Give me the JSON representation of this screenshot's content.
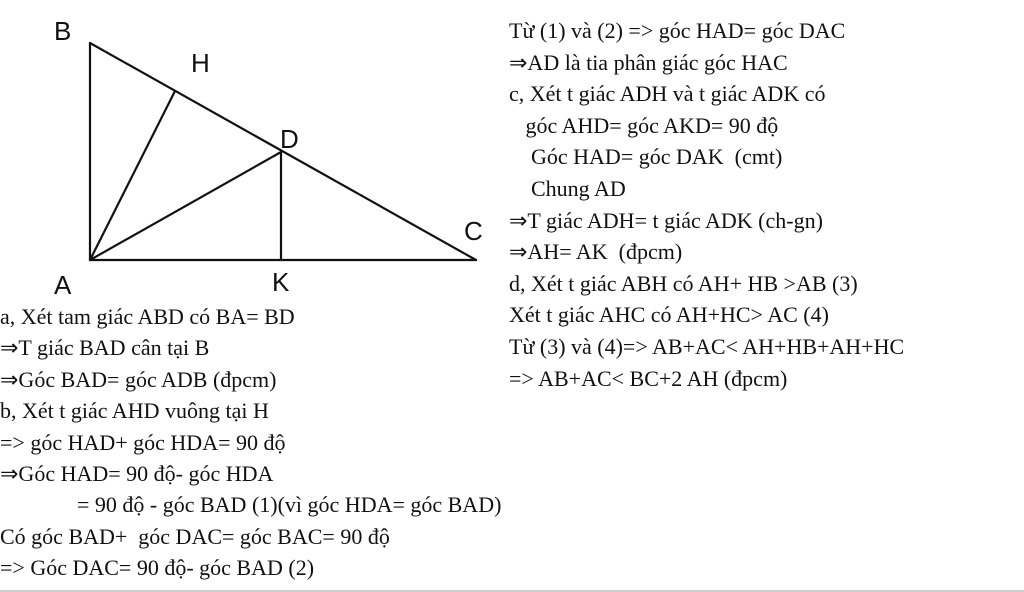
{
  "diagram": {
    "labels": {
      "A": "A",
      "B": "B",
      "C": "C",
      "D": "D",
      "H": "H",
      "K": "K"
    }
  },
  "left_lines": [
    "a, Xét tam giác ABD có BA= BD",
    "⇒T giác BAD cân tại B",
    "⇒Góc BAD= góc ADB (đpcm)",
    "b, Xét t giác AHD vuông tại H",
    "=> góc HAD+ góc HDA= 90 độ",
    "⇒Góc HAD= 90 độ- góc HDA",
    "              = 90 độ - góc BAD (1)(vì góc HDA= góc BAD)",
    "Có góc BAD+  góc DAC= góc BAC= 90 độ",
    "=> Góc DAC= 90 độ- góc BAD (2)"
  ],
  "right_lines": [
    "Từ (1) và (2) => góc HAD= góc DAC",
    "⇒AD là tia phân giác góc HAC",
    "c, Xét t giác ADH và t giác ADK có",
    "   góc AHD= góc AKD= 90 độ",
    "    Góc HAD= góc DAK  (cmt)",
    "    Chung AD",
    "⇒T giác ADH= t giác ADK (ch-gn)",
    "⇒AH= AK  (đpcm)",
    "d, Xét t giác ABH có AH+ HB >AB (3)",
    "Xét t giác AHC có AH+HC> AC (4)",
    "Từ (3) và (4)=> AB+AC< AH+HB+AH+HC",
    "=> AB+AC< BC+2 AH (đpcm)"
  ]
}
